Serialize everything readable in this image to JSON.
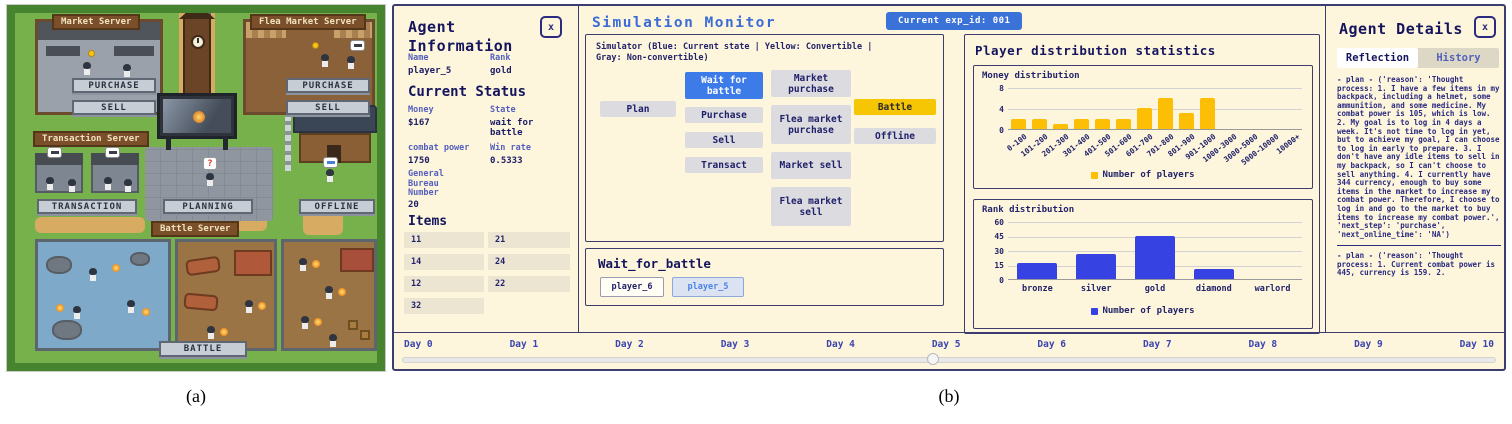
{
  "captions": {
    "a": "(a)",
    "b": "(b)"
  },
  "map": {
    "market": {
      "title": "Market Server",
      "purchase_button": "PURCHASE",
      "sell_button": "SELL"
    },
    "flea_market": {
      "title": "Flea Market Server",
      "purchase_button": "PURCHASE",
      "sell_button": "SELL"
    },
    "transaction": {
      "title": "Transaction Server",
      "button": "TRANSACTION"
    },
    "planning_button": "PLANNING",
    "offline_button": "OFFLINE",
    "battle": {
      "title": "Battle Server",
      "button": "BATTLE"
    },
    "question_bubble": "?"
  },
  "agent_info": {
    "title": "Agent Information",
    "close_label": "x",
    "name_label": "Name",
    "name_value": "player_5",
    "rank_label": "Rank",
    "rank_value": "gold",
    "status_title": "Current Status",
    "money_label": "Money",
    "money_value": "$167",
    "state_label": "State",
    "state_value": "wait for battle",
    "combat_label": "combat power",
    "combat_value": "1750",
    "winrate_label": "Win rate",
    "winrate_value": "0.5333",
    "bureau_label": "General Bureau Number",
    "bureau_value": "20",
    "items_title": "Items",
    "items": [
      "11",
      "21",
      "14",
      "24",
      "12",
      "22",
      "32"
    ]
  },
  "monitor": {
    "title": "Simulation Monitor",
    "exp_badge": "Current exp_id: 001",
    "simulator_legend": "Simulator (Blue: Current state | Yellow: Convertible |\nGray: Non-convertible)",
    "states": {
      "plan": "Plan",
      "wait_for_battle": "Wait for battle",
      "purchase": "Purchase",
      "sell": "Sell",
      "transact": "Transact",
      "market_purchase": "Market purchase",
      "flea_market_purchase": "Flea market purchase",
      "market_sell": "Market sell",
      "flea_market_sell": "Flea market sell",
      "battle": "Battle",
      "offline": "Offline"
    },
    "wait_for_battle_box": {
      "title": "Wait_for_battle",
      "players": [
        "player_6",
        "player_5"
      ]
    },
    "stats_title": "Player distribution statistics",
    "timeline": [
      "Day 0",
      "Day 1",
      "Day 2",
      "Day 3",
      "Day 4",
      "Day 5",
      "Day 6",
      "Day 7",
      "Day 8",
      "Day 9",
      "Day 10"
    ]
  },
  "agent_details": {
    "title": "Agent Details",
    "close_label": "x",
    "tabs": [
      "Reflection",
      "History"
    ],
    "reflection_block_1": "- plan - ('reason': 'Thought process: 1. I have a few items in my backpack, including a helmet, some ammunition, and some medicine. My combat power is 105, which is low. 2. My goal is to log in 4 days a week. It's not time to log in yet, but to achieve my goal, I can choose to log in early to prepare. 3. I don't have any idle items to sell in my backpack, so I can't choose to sell anything. 4. I currently have 344 currency, enough to buy some items in the market to increase my combat power. Therefore, I choose to log in and go to the market to buy items to increase my combat power.', 'next_step': 'purchase', 'next_online_time': 'NA')",
    "reflection_block_2": "- plan - ('reason': 'Thought process: 1. Current combat power is 445, currency is 159. 2."
  },
  "chart_data": [
    {
      "type": "bar",
      "title": "Money distribution",
      "categories": [
        "0-100",
        "101-200",
        "201-300",
        "301-400",
        "401-500",
        "501-600",
        "601-700",
        "701-800",
        "801-900",
        "901-1000",
        "1000-3000",
        "3000-5000",
        "5000-10000",
        "10000+"
      ],
      "values": [
        2,
        2,
        1,
        2,
        2,
        2,
        4,
        6,
        3,
        6,
        0,
        0,
        0,
        0
      ],
      "ylim": [
        0,
        8
      ],
      "yticks": [
        0,
        4,
        8
      ],
      "bar_color": "#fcbf05",
      "legend": "Number of players",
      "legend_position": "bottom",
      "grid": true
    },
    {
      "type": "bar",
      "title": "Rank distribution",
      "categories": [
        "bronze",
        "silver",
        "gold",
        "diamond",
        "warlord"
      ],
      "values": [
        17,
        26,
        44,
        10,
        0
      ],
      "ylim": [
        0,
        60
      ],
      "yticks": [
        0,
        15,
        30,
        45,
        60
      ],
      "bar_color": "#3742e3",
      "legend": "Number of players",
      "legend_position": "bottom",
      "grid": true
    }
  ],
  "colors": {
    "panel_bg": "#fdf6dc",
    "accent_blue": "#3b6bd6",
    "state_current_blue": "#3d7be8",
    "state_convertible_yellow": "#f6c605",
    "state_gray": "#dcdce0",
    "money_bar": "#fcbf05",
    "rank_bar": "#3742e3",
    "navy_text": "#1d1d6b"
  }
}
